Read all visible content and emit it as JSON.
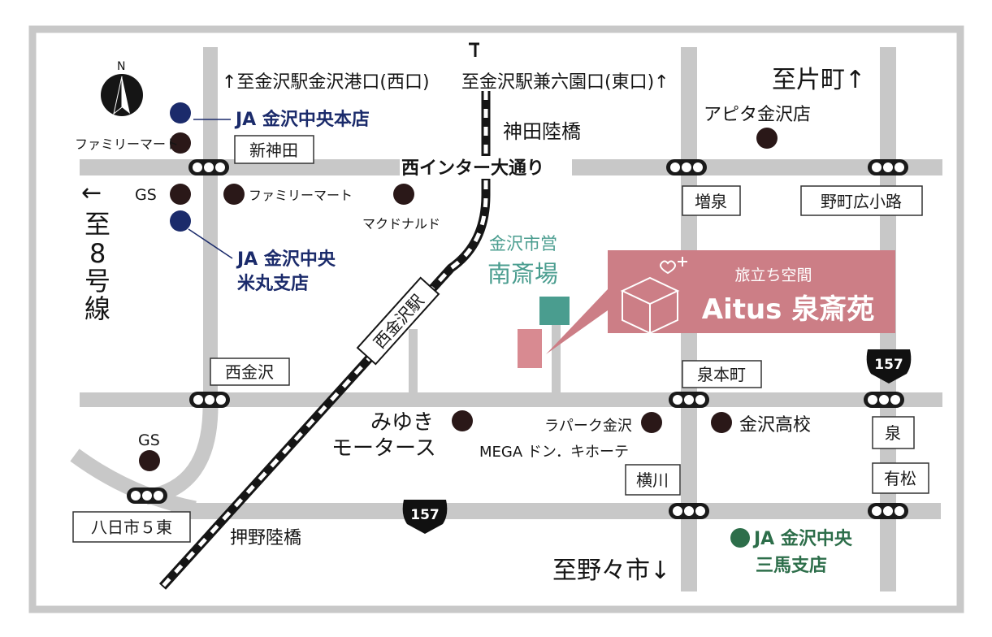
{
  "directions": {
    "west_exit": "↑至金沢駅金沢港口(西口)",
    "east_exit": "至金沢駅兼六園口(東口)↑",
    "katamachi": "至片町↑",
    "nonoichi": "至野々市↓",
    "route8_arrow": "←",
    "route8": [
      "至",
      "8",
      "号",
      "線"
    ]
  },
  "compass_label": "N",
  "roads": {
    "west_interchange": "西インター大通り",
    "kanda_bridge": "神田陸橋",
    "oshino_bridge": "押野陸橋",
    "railway": "西金沢駅"
  },
  "intersections": {
    "shinkanda": "新神田",
    "masuizumi": "増泉",
    "nomachi": "野町広小路",
    "nishikanazawa": "西金沢",
    "izumihoncho": "泉本町",
    "izumi": "泉",
    "ariyamatsu": "有松",
    "yokokawa": "横川",
    "yokaichi": "八日市５東"
  },
  "route_shields": {
    "route157_a": "157",
    "route157_b": "157"
  },
  "landmarks": {
    "familymart_1": "ファミリーマート",
    "familymart_2": "ファミリーマート",
    "gs_1": "GS",
    "gs_2": "GS",
    "mcdonalds": "マクドナルド",
    "apita": "アピタ金沢店",
    "miyuki": [
      "みゆき",
      "モータース"
    ],
    "lapark": "ラパーク金沢",
    "mega": "MEGA ドン．キホーテ",
    "kanazawa_high": "金沢高校"
  },
  "ja_branches": {
    "main": "JA 金沢中央本店",
    "yonemaru": [
      "JA 金沢中央",
      "米丸支店"
    ],
    "sanma": [
      "JA 金沢中央",
      "三馬支店"
    ]
  },
  "crematorium": [
    "金沢市営",
    "南斎場"
  ],
  "callout": {
    "sub": "旅立ち空間",
    "name": "Aitus 泉斎苑"
  },
  "colors": {
    "road": "#c8c8c8",
    "frame": "#c8c8c8",
    "ja_blue": "#1b2b6b",
    "ja_green": "#2d6e4a",
    "teal": "#4a9d8f",
    "pink": "#d88a91",
    "callout_bg": "#cc7e86",
    "marker": "#2a1818"
  }
}
